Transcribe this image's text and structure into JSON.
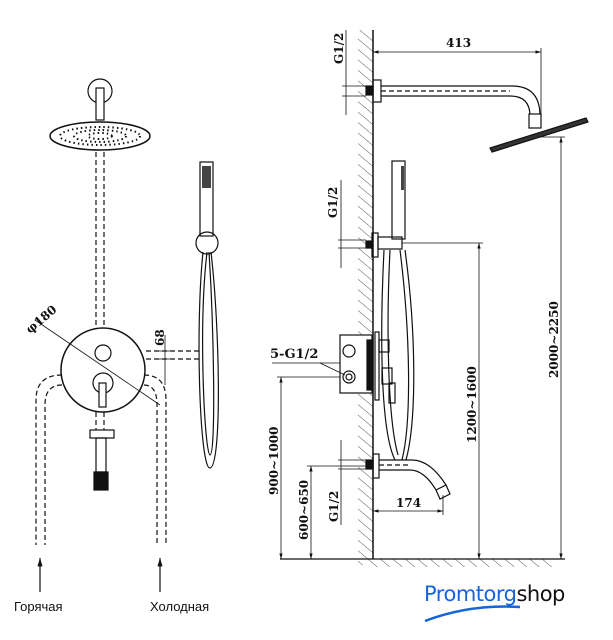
{
  "front_view": {
    "diameter_label": "φ180",
    "offset_label": "68",
    "hot_label": "Горячая",
    "cold_label": "Холодная"
  },
  "side_view": {
    "arm_length": "413",
    "top_thread": "G1/2",
    "holder_thread": "G1/2",
    "mixer_thread": "5-G1/2",
    "spout_thread": "G1/2",
    "spout_length": "174",
    "mixer_height": "900~1000",
    "spout_height": "600~650",
    "holder_height": "1200~1600",
    "head_height": "2000~2250"
  },
  "logo": {
    "part1": "Promtorg",
    "part2": "shop"
  },
  "colors": {
    "line": "#111111",
    "logo_blue": "#1565d8"
  }
}
